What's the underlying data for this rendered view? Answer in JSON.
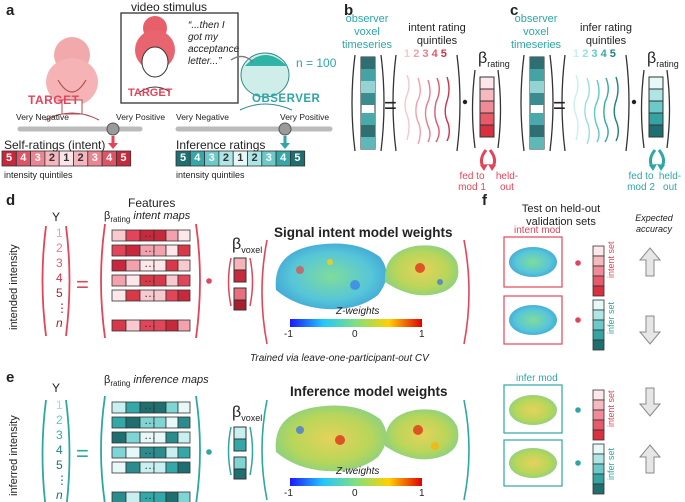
{
  "panels": {
    "a": "a",
    "b": "b",
    "c": "c",
    "d": "d",
    "e": "e",
    "f": "f"
  },
  "a": {
    "stimulus_title": "video stimulus",
    "quote": "“...then I got my acceptance letter...”",
    "target_box": "TARGET",
    "target": "TARGET",
    "n_label": "n = 100",
    "observer": "OBSERVER",
    "very_negative": "Very Negative",
    "very_positive": "Very Positive",
    "self_ratings": "Self-ratings (intent)",
    "inference_ratings": "Inference ratings",
    "quintiles": "intensity quintiles",
    "self_seq": [
      "5",
      "4",
      "3",
      "2",
      "1",
      "2",
      "3",
      "4",
      "5"
    ],
    "inf_seq": [
      "5",
      "4",
      "3",
      "2",
      "1",
      "2",
      "3",
      "4",
      "5"
    ]
  },
  "b": {
    "observer": "observer",
    "voxel": "voxel",
    "timeseries": "timeseries",
    "title1": "intent rating",
    "title2": "quintiles",
    "nums": [
      "1",
      "2",
      "3",
      "4",
      "5"
    ],
    "beta": "β",
    "beta_sub": "rating",
    "fed": "fed to",
    "fed2": "mod 1",
    "held": "held-",
    "held2": "out"
  },
  "c": {
    "observer": "observer",
    "voxel": "voxel",
    "timeseries": "timeseries",
    "title1": "infer rating",
    "title2": "quintiles",
    "nums": [
      "1",
      "2",
      "3",
      "4",
      "5"
    ],
    "beta": "β",
    "beta_sub": "rating",
    "fed": "fed to",
    "fed2": "mod 2",
    "held": "held-",
    "held2": "out"
  },
  "d": {
    "features": "Features",
    "beta": "β",
    "beta_sub": "rating",
    "beta_tail": "intent maps",
    "Y": "Y",
    "ylabel": "intended intensity",
    "ys": [
      "1",
      "2",
      "3",
      "4",
      "5",
      "⋮",
      "n"
    ],
    "bvoxel": "β",
    "bvoxel_sub": "voxel",
    "title": "Signal intent model weights",
    "zlabel": "Z-weights",
    "ticks": [
      "-1",
      "0",
      "1"
    ]
  },
  "cv_note": "Trained via leave-one-participant-out CV",
  "e": {
    "beta": "β",
    "beta_sub": "rating",
    "beta_tail": "inference maps",
    "Y": "Y",
    "ylabel": "inferred intensity",
    "ys": [
      "1",
      "2",
      "3",
      "4",
      "5",
      "⋮",
      "n"
    ],
    "bvoxel": "β",
    "bvoxel_sub": "voxel",
    "title": "Inference model weights",
    "zlabel": "Z-weights",
    "ticks": [
      "-1",
      "0",
      "1"
    ]
  },
  "f": {
    "title1": "Test on held-out",
    "title2": "validation sets",
    "expected1": "Expected",
    "expected2": "accuracy",
    "intent_mod": "intent mod",
    "infer_mod": "infer mod",
    "intent_set": "intent set",
    "infer_set": "infer set"
  }
}
